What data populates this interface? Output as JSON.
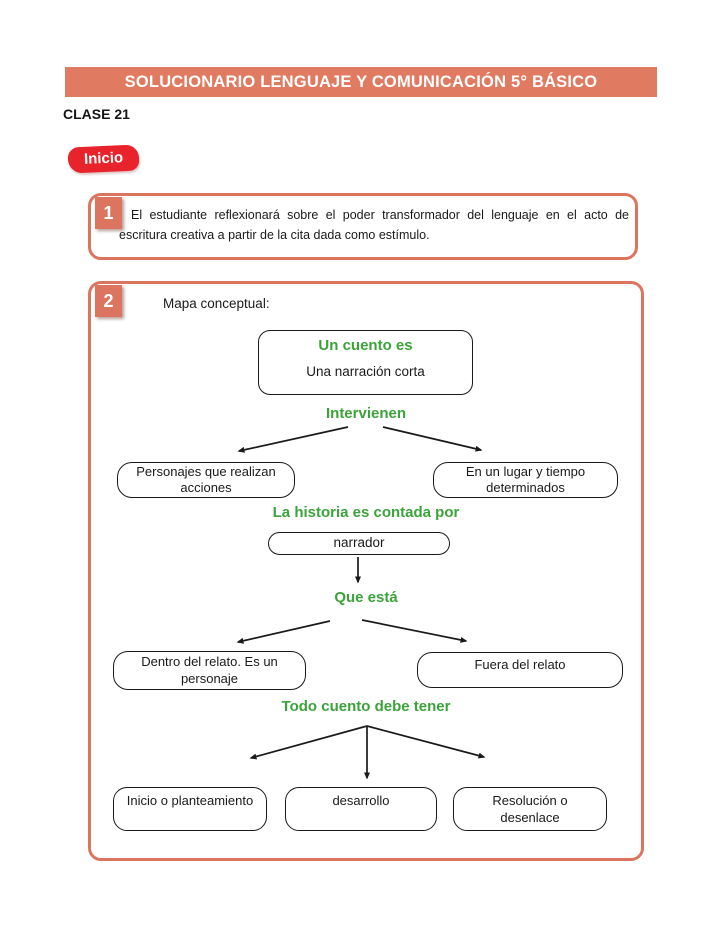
{
  "page": {
    "header_title": "SOLUCIONARIO LENGUAJE Y COMUNICACIÓN 5° BÁSICO",
    "clase_label": "CLASE 21",
    "inicio_badge": "Inicio"
  },
  "colors": {
    "accent_salmon": "#E07A61",
    "border_salmon": "#DC7560",
    "heading_green": "#3BA33A",
    "badge_red": "#E8232B",
    "text_black": "#1a1a1a"
  },
  "section1": {
    "number": "1",
    "text": "El estudiante reflexionará sobre el poder transformador del lenguaje en el acto de escritura creativa a partir de la cita dada como estímulo."
  },
  "section2": {
    "number": "2",
    "caption": "Mapa conceptual:",
    "map": {
      "root_title": "Un cuento es",
      "root_subtitle": "Una narración corta",
      "label_intervienen": "Intervienen",
      "node_personajes": "Personajes que realizan acciones",
      "node_lugar": "En un lugar y tiempo determinados",
      "label_contada": "La historia es contada por",
      "node_narrador": "narrador",
      "label_que_esta": "Que está",
      "node_dentro": "Dentro del relato. Es un personaje",
      "node_fuera": "Fuera del relato",
      "label_debe_tener": "Todo cuento debe tener",
      "node_inicio": "Inicio o planteamiento",
      "node_desarrollo": "desarrollo",
      "node_resolucion": "Resolución o desenlace"
    }
  }
}
